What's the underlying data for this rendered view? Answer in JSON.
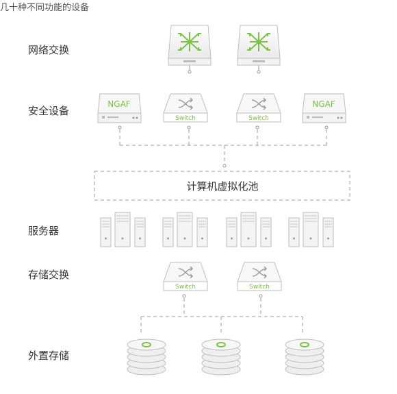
{
  "caption": "几十种不同功能的设备",
  "rows": {
    "network_switch": "网络交换",
    "security": "安全设备",
    "servers": "服务器",
    "storage_switch": "存储交换",
    "external_storage": "外置存储"
  },
  "pool_label": "计算机虚拟化池",
  "security_devices": [
    "NGAF",
    "Switch",
    "Switch",
    "NGAF"
  ],
  "storage_switches": [
    "Switch",
    "Switch"
  ],
  "colors": {
    "accent": "#7ac143",
    "line": "#999999",
    "device_fill": "#f3f3f3",
    "device_stroke": "#bdbdbd"
  }
}
